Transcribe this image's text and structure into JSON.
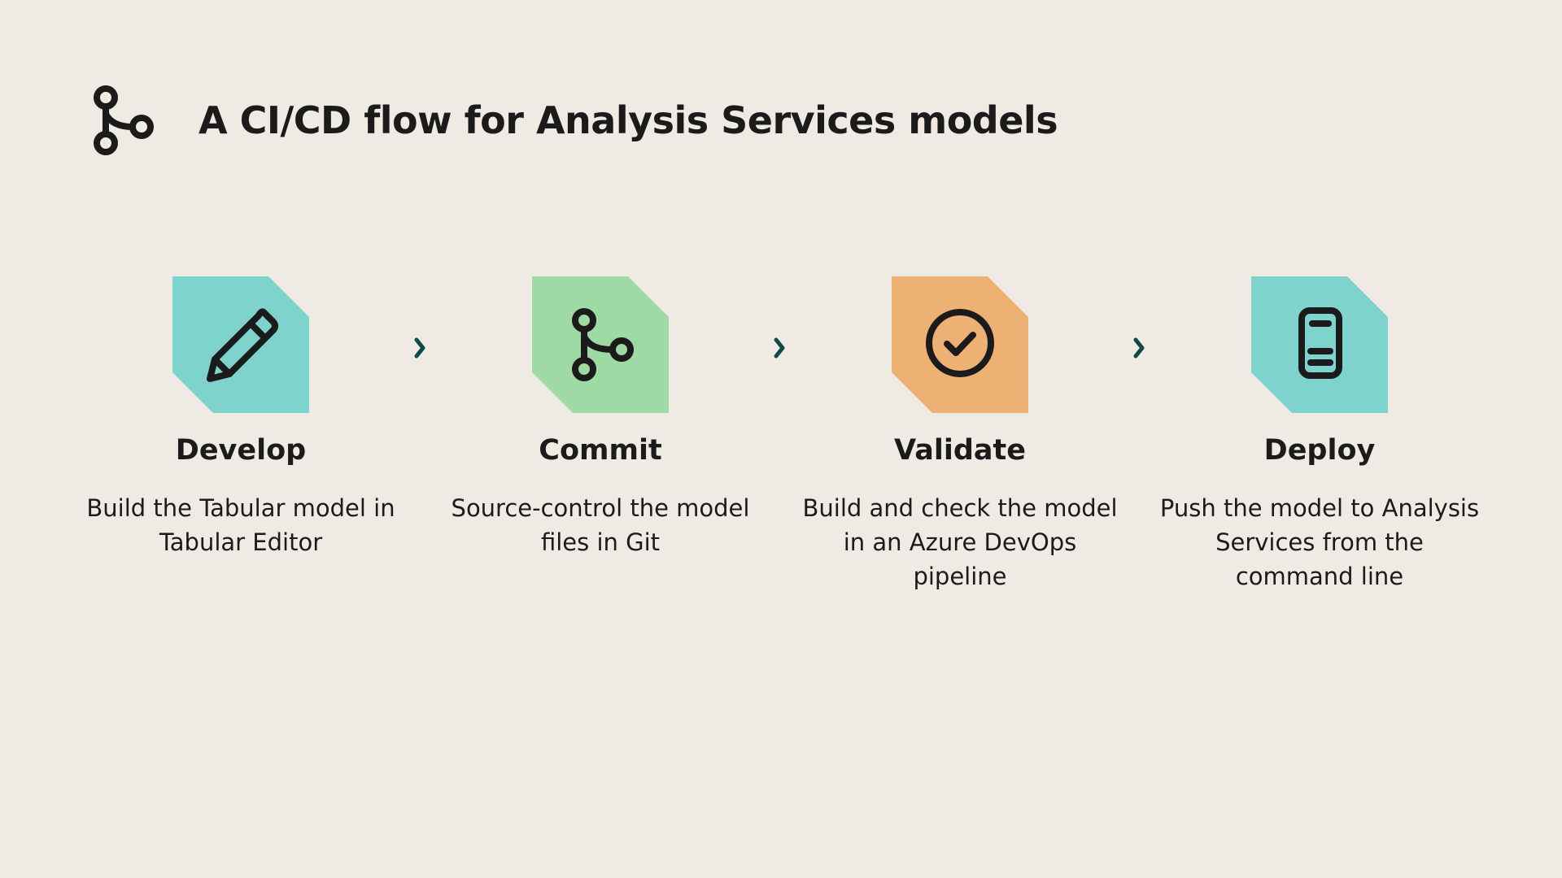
{
  "header": {
    "title": "A CI/CD flow for Analysis Services models",
    "icon": "git-branch-icon"
  },
  "colors": {
    "background": "#efebe4",
    "teal": "#7fd3cd",
    "green": "#9edaa3",
    "orange": "#edb273",
    "chevron": "#0f4a46",
    "ink": "#1b1b1b"
  },
  "steps": [
    {
      "title": "Develop",
      "description": "Build the Tabular model in Tabular Editor",
      "icon": "pencil-icon",
      "color": "#7fd3cd"
    },
    {
      "title": "Commit",
      "description": "Source-control the model files in Git",
      "icon": "git-branch-icon",
      "color": "#9edaa3"
    },
    {
      "title": "Validate",
      "description": "Build and check the model in an Azure DevOps pipeline",
      "icon": "check-circle-icon",
      "color": "#edb273"
    },
    {
      "title": "Deploy",
      "description": "Push the model to Analysis Services from the command line",
      "icon": "mobile-device-icon",
      "color": "#7fd3cd"
    }
  ]
}
